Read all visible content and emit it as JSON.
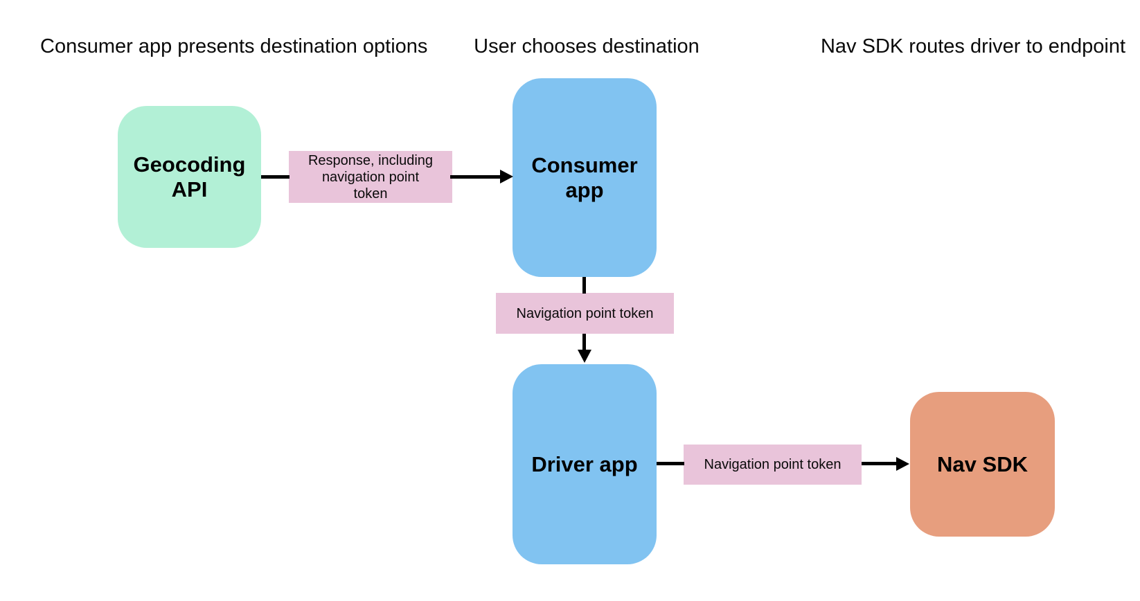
{
  "diagram": {
    "headers": {
      "col1": "Consumer app presents destination options",
      "col2": "User chooses destination",
      "col3": "Nav SDK routes driver to endpoint"
    },
    "nodes": {
      "geocoding_api": {
        "label": "Geocoding API",
        "fill": "#b2f0d6"
      },
      "consumer_app": {
        "label": "Consumer app",
        "fill": "#81c3f1"
      },
      "driver_app": {
        "label": "Driver app",
        "fill": "#81c3f1"
      },
      "nav_sdk": {
        "label": "Nav SDK",
        "fill": "#e79e7e"
      }
    },
    "edge_labels": {
      "geocoding_to_consumer": {
        "text": "Response, including\nnavigation point\ntoken",
        "fill": "#e9c4da"
      },
      "consumer_to_driver": {
        "text": "Navigation point token",
        "fill": "#e9c4da"
      },
      "driver_to_nav_sdk": {
        "text": "Navigation point token",
        "fill": "#e9c4da"
      }
    },
    "colors": {
      "arrow": "#000000",
      "background": "#ffffff",
      "text": "#0a0a0a"
    }
  }
}
